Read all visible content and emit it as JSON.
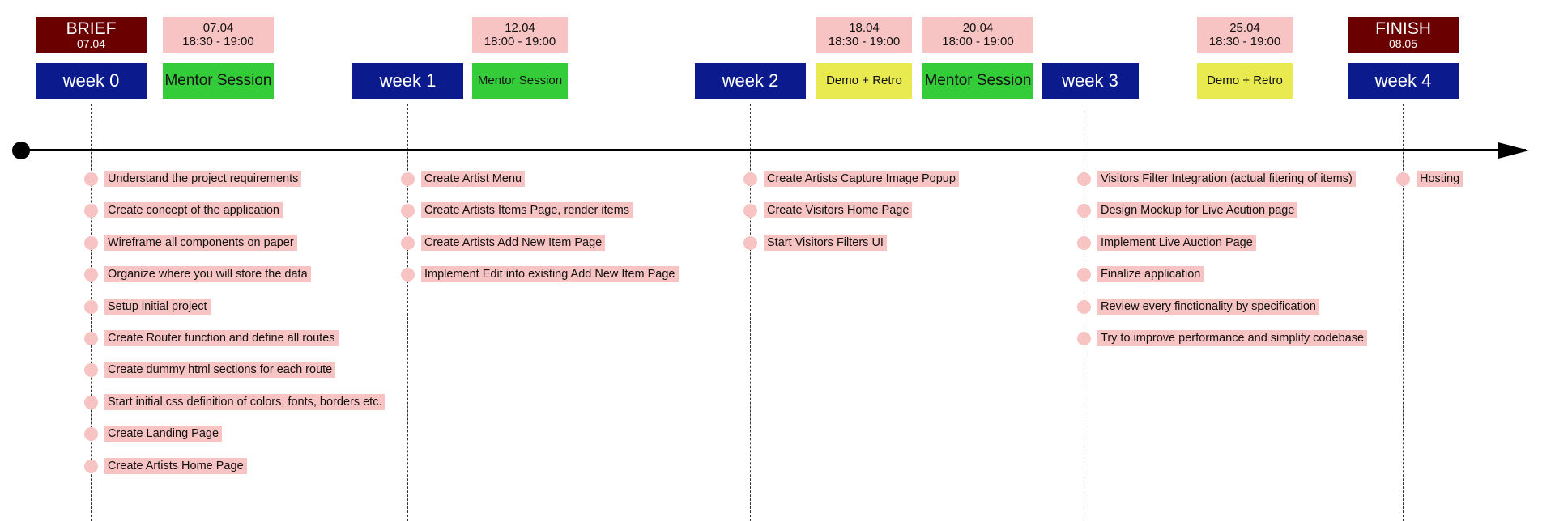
{
  "header": {
    "brief": {
      "label": "BRIEF",
      "date": "07.04"
    },
    "finish": {
      "label": "FINISH",
      "date": "08.05"
    },
    "weeks": [
      "week 0",
      "week 1",
      "week 2",
      "week 3",
      "week 4"
    ],
    "sessions": [
      {
        "name": "Mentor Session",
        "date": "07.04",
        "time": "18:30 - 19:00"
      },
      {
        "name": "Mentor Session",
        "date": "12.04",
        "time": "18:00 - 19:00"
      },
      {
        "name": "Demo + Retro",
        "date": "18.04",
        "time": "18:30 - 19:00"
      },
      {
        "name": "Mentor Session",
        "date": "20.04",
        "time": "18:00 - 19:00"
      },
      {
        "name": "Demo + Retro",
        "date": "25.04",
        "time": "18:30 - 19:00"
      }
    ]
  },
  "tasks": {
    "week0": [
      "Understand the project requirements",
      "Create concept of the application",
      "Wireframe all components on paper",
      "Organize where you will store the data",
      "Setup initial project",
      "Create Router function and define all routes",
      "Create dummy html sections for each route",
      "Start initial css definition of colors, fonts, borders etc.",
      "Create Landing Page",
      "Create Artists Home Page"
    ],
    "week1": [
      "Create Artist Menu",
      "Create Artists Items Page, render items",
      "Create Artists Add New Item Page",
      "Implement Edit into existing Add New Item Page"
    ],
    "week2": [
      "Create Artists Capture Image Popup",
      "Create Visitors Home Page",
      "Start Visitors Filters UI"
    ],
    "week3": [
      "Visitors Filter Integration (actual fitering of items)",
      "Design Mockup for Live Acution page",
      "Implement Live Auction Page",
      "Finalize application",
      "Review every finctionality by specification",
      "Try to improve performance and simplify codebase"
    ],
    "week4": [
      "Hosting"
    ]
  }
}
